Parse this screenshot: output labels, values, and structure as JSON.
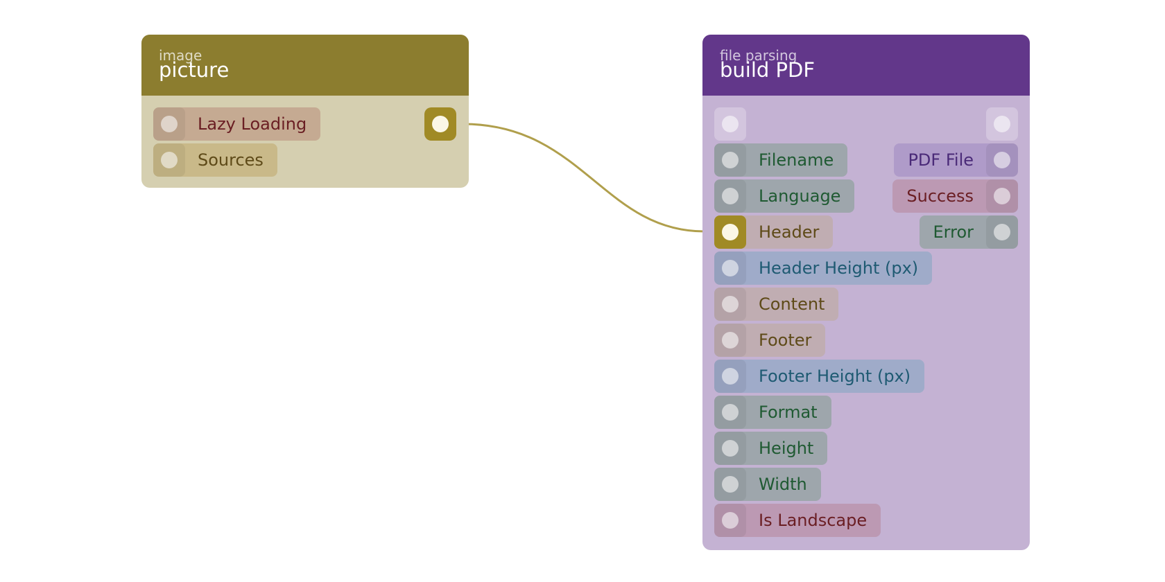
{
  "colors": {
    "image_header": "#8c7d2f",
    "image_body": "#d5cfb0",
    "pdf_header": "#62378a",
    "pdf_body": "#c4b2d3",
    "wire": "#b09f4c",
    "text_green": "#1f5a32",
    "text_brown": "#5e4a18",
    "text_red": "#6a1e23",
    "text_teal": "#1e5a72",
    "text_purple": "#4a2a78"
  },
  "icons": {
    "socket": "socket-dot-icon"
  },
  "nodes": {
    "image": {
      "category": "image",
      "title": "picture",
      "inputs": [
        "Lazy Loading",
        "Sources"
      ]
    },
    "pdf": {
      "category": "file parsing",
      "title": "build PDF",
      "inputs": [
        "Filename",
        "Language",
        "Header",
        "Header Height (px)",
        "Content",
        "Footer",
        "Footer Height (px)",
        "Format",
        "Height",
        "Width",
        "Is Landscape"
      ],
      "outputs": [
        "PDF File",
        "Success",
        "Error"
      ]
    }
  }
}
